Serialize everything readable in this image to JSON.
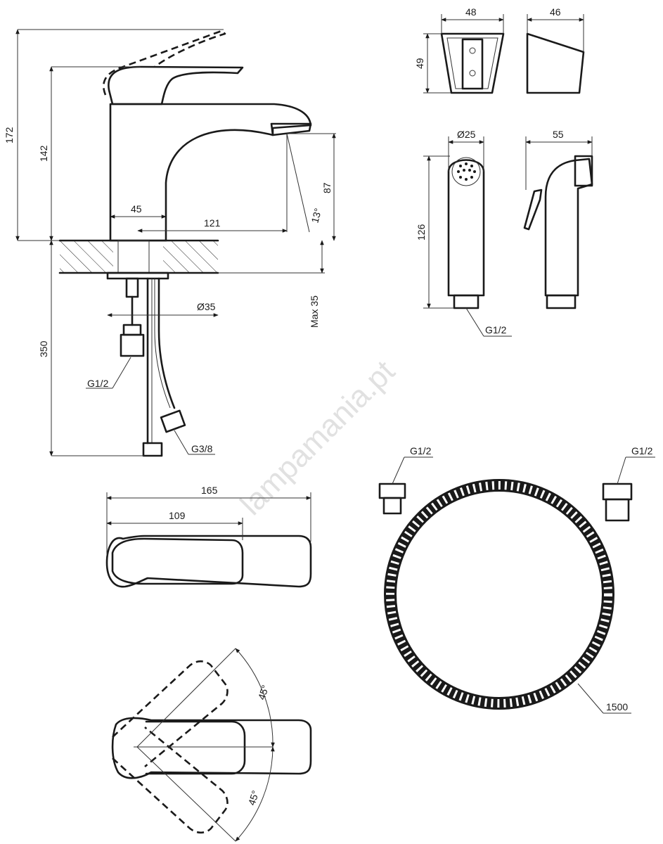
{
  "watermark": "lampamania.pt",
  "faucet_side": {
    "dims": {
      "total_height": "172",
      "spout_height": "142",
      "outlet_height": "87",
      "body_width": "45",
      "reach": "121",
      "angle": "13°",
      "below_counter": "350",
      "max_thickness": "Max 35",
      "hole_diameter": "Ø35"
    },
    "threads": {
      "supply": "G1/2",
      "hose": "G3/8"
    }
  },
  "holder": {
    "dims": {
      "width": "48",
      "height": "49",
      "depth": "46"
    }
  },
  "handshower": {
    "dims": {
      "diameter": "Ø25",
      "length": "126",
      "depth": "55"
    },
    "thread": "G1/2"
  },
  "faucet_top": {
    "dims": {
      "overall": "165",
      "handle": "109"
    }
  },
  "faucet_rotation": {
    "angle_up": "45°",
    "angle_down": "45°"
  },
  "hose": {
    "length": "1500",
    "thread_left": "G1/2",
    "thread_right": "G1/2"
  }
}
